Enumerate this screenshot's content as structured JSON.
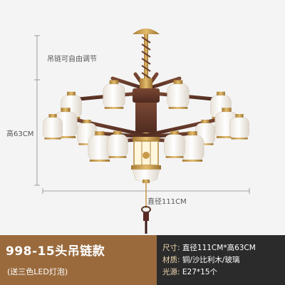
{
  "dimensions": {
    "chain_note": "吊链可自由调节",
    "height": "高63CM",
    "width": "直径111CM"
  },
  "banner": {
    "model": "998-15头吊链款",
    "note": "(送三色LED灯泡)",
    "specs": [
      {
        "key": "尺寸:",
        "value": "直径111CM*高63CM"
      },
      {
        "key": "材质:",
        "value": "铜/沙比利木/玻璃"
      },
      {
        "key": "光源:",
        "value": "E27*15个"
      }
    ]
  },
  "colors": {
    "background": "#f4f4f4",
    "banner_brown": "#9a6a3d",
    "banner_dark": "#2b2b2b",
    "wood": "#6b3e2e",
    "brass": "#c79a4a",
    "glass": "#f6f2ea"
  }
}
